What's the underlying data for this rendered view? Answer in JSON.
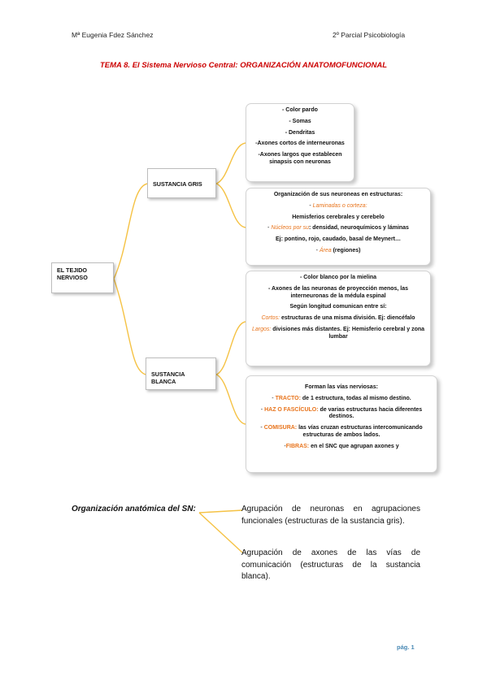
{
  "header": {
    "author": "Mª Eugenia Fdez Sánchez",
    "course": "2º Parcial Psicobiología"
  },
  "title": "TEMA 8. El Sistema Nervioso Central: ORGANIZACIÓN ANATOMOFUNCIONAL",
  "diagram": {
    "root": "EL TEJIDO NERVIOSO",
    "gris": {
      "label": "SUSTANCIA GRIS",
      "box1": [
        "- Color pardo",
        "- Somas",
        "- Dendritas",
        "-Axones cortos de interneuronas",
        "-Axones largos que establecen sinapsis con neuronas"
      ],
      "box2": {
        "intro": "Organización de sus neuroneas en estructuras:",
        "laminadas": "Laminadas o corteza:",
        "hemisferios": "Hemisferios cerebrales y cerebelo",
        "nucleos_label": "Núcleos por su",
        "nucleos_rest": ": densidad, neuroquímicos y láminas",
        "ejemplo": "Ej: pontino, rojo, caudado, basal de Meynert…",
        "area_label": "Área",
        "area_rest": "(regiones)"
      }
    },
    "blanca": {
      "label": "SUSTANCIA BLANCA",
      "box1": {
        "color": "- Color blanco por la mielina",
        "axones": "- Axones de las neuronas de proyección menos, las interneuronas de la médula espinal",
        "segun": "Según longitud comunican entre sí:",
        "cortos_label": "Cortos:",
        "cortos_rest": "estructuras de una misma división. Ej: diencéfalo",
        "largos_label": "Largos:",
        "largos_rest": "divisiones más distantes. Ej: Hemisferio cerebral y zona lumbar"
      },
      "box2": {
        "intro": "Forman las vías nerviosas:",
        "tracto_label": "TRACTO:",
        "tracto_rest": "de 1 estructura, todas al mismo destino.",
        "haz_label": "HAZ O FASCÍCULO:",
        "haz_rest": "de varias estructuras hacia diferentes destinos.",
        "comisura_label": "COMISURA:",
        "comisura_rest": "las vías cruzan estructuras intercomunicando estructuras de ambos lados.",
        "fibras_label": "FIBRAS:",
        "fibras_rest": "en el SNC que agrupan axones y"
      }
    }
  },
  "organizacion": {
    "label": "Organización anatómica del SN:",
    "item1": "Agrupación de neuronas en agrupaciones funcionales (estructuras de la sustancia gris).",
    "item2": "Agrupación de axones de las vías de comunicación (estructuras de la sustancia blanca)."
  },
  "footer": {
    "page": "pág. 1"
  },
  "colors": {
    "title": "#cc0000",
    "connector": "#f5c244",
    "highlight": "#e8741c",
    "page": "#4a8ab5"
  }
}
